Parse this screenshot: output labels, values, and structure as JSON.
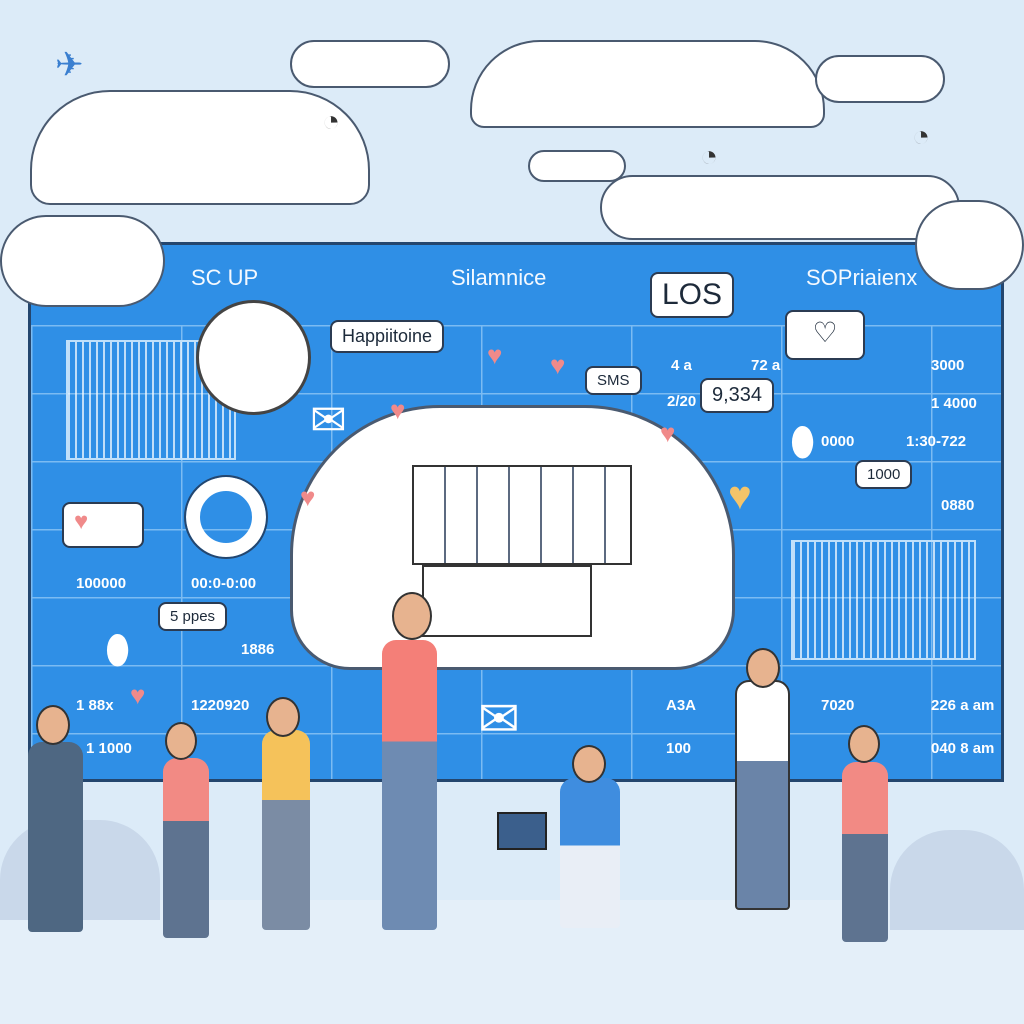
{
  "board": {
    "headers": [
      "SC UP",
      "Silamnice",
      "SOPriaienx"
    ],
    "bubbles": {
      "happiness": "Happiitoine",
      "los": "LOS",
      "sms": "SMS",
      "count": "9,334",
      "pages": "5 ppes",
      "box": "1000"
    },
    "numbers": [
      "4 a",
      "72 a",
      "2/20",
      "0000",
      "1:30-722",
      "3000",
      "1 4000",
      "0880",
      "100000",
      "00:0-0:00",
      "1886",
      "1 88x",
      "1220920",
      "1 1000",
      "A3A",
      "100",
      "7020",
      "226 a am",
      "040 8 am"
    ]
  },
  "colors": {
    "board": "#2f8fe6",
    "sky": "#dcebf8",
    "heart": "#f08a8a"
  },
  "icons": [
    "cloud-icon",
    "envelope-icon",
    "heart-icon",
    "location-pin-icon",
    "clock-icon",
    "wifi-icon",
    "airplane-icon",
    "donut-chart-icon"
  ]
}
